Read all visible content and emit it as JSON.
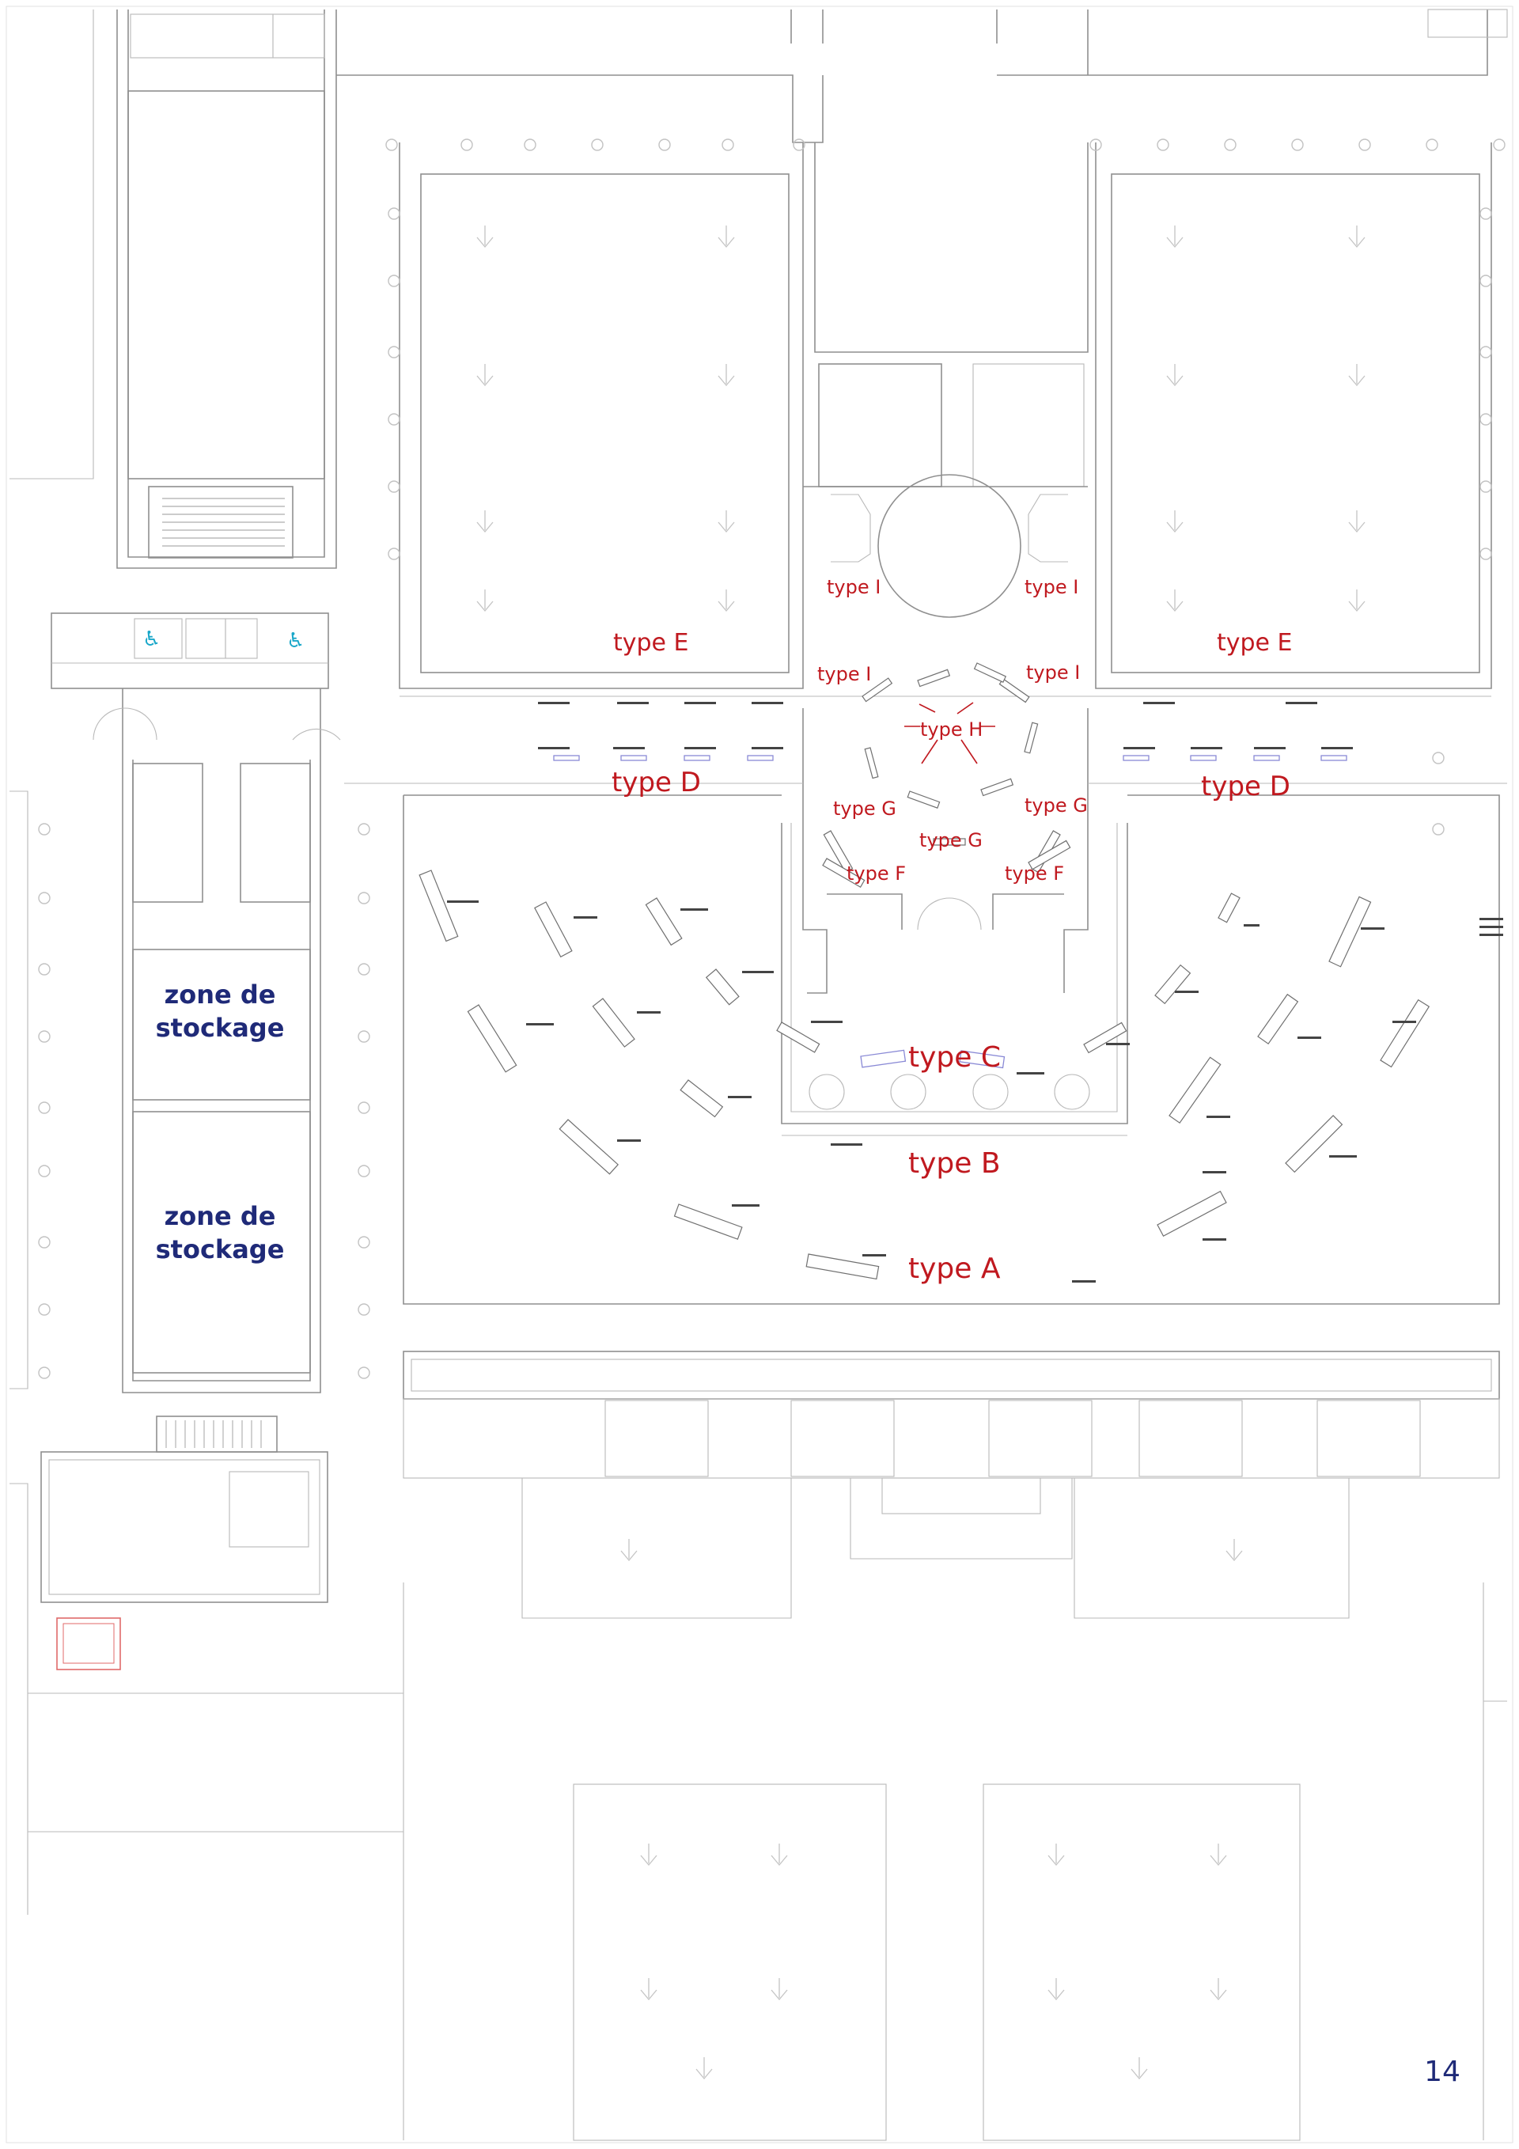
{
  "plan": {
    "page_number": "14",
    "zones": [
      {
        "id": "zone-1",
        "line1": "zone de",
        "line2": "stockage"
      },
      {
        "id": "zone-2",
        "line1": "zone de",
        "line2": "stockage"
      }
    ],
    "type_labels": {
      "type_e_left": "type E",
      "type_e_right": "type E",
      "type_d_left": "type D",
      "type_d_right": "type D",
      "type_i_tl": "type I",
      "type_i_tr": "type I",
      "type_i_ml": "type I",
      "type_i_mr": "type I",
      "type_h": "type H",
      "type_g_left": "type G",
      "type_g_right": "type G",
      "type_g_center": "type G",
      "type_f_left": "type F",
      "type_f_right": "type F",
      "type_c": "type C",
      "type_b": "type B",
      "type_a": "type A"
    },
    "colors": {
      "type_label": "#c0191f",
      "zone_label": "#1f2a78",
      "accessibility_icon": "#19a7c9",
      "lift": "#e06a6a"
    },
    "icons": [
      "wheelchair-icon",
      "wheelchair-icon"
    ]
  }
}
